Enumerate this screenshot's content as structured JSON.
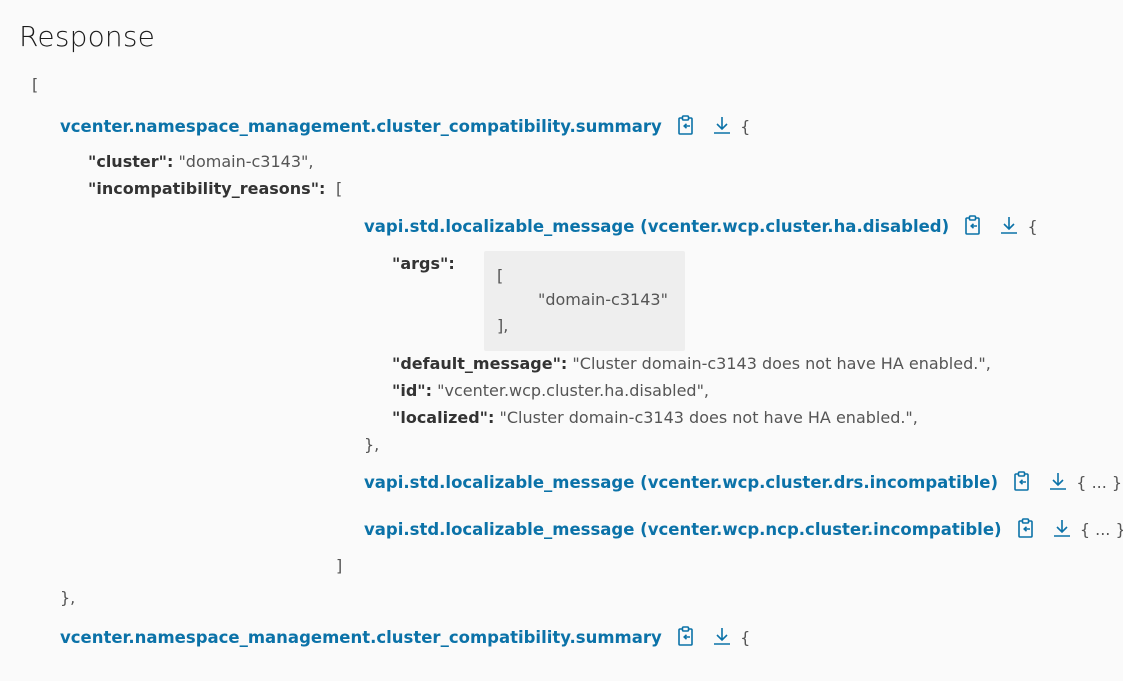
{
  "page": {
    "title": "Response"
  },
  "response": {
    "open_bracket": "[",
    "close_curly_comma": "},",
    "summary_1": {
      "type_label": "vcenter.namespace_management.cluster_compatibility.summary",
      "open_brace": "{",
      "cluster_key": "\"cluster\":",
      "cluster_value": "\"domain-c3143\",",
      "reasons_key": "\"incompatibility_reasons\":",
      "reasons_open": "[",
      "reasons_close": "]",
      "messages": [
        {
          "type_label": "vapi.std.localizable_message (vcenter.wcp.cluster.ha.disabled)",
          "open_brace": "{",
          "args_key": "\"args\":",
          "args_open": "[",
          "args_item": "\"domain-c3143\"",
          "args_close": "],",
          "default_message_key": "\"default_message\":",
          "default_message_value": "\"Cluster domain-c3143 does not have HA enabled.\",",
          "id_key": "\"id\":",
          "id_value": "\"vcenter.wcp.cluster.ha.disabled\",",
          "localized_key": "\"localized\":",
          "localized_value": "\"Cluster domain-c3143 does not have HA enabled.\",",
          "close_brace": "},"
        },
        {
          "type_label": "vapi.std.localizable_message (vcenter.wcp.cluster.drs.incompatible)",
          "collapsed": "{ ... },"
        },
        {
          "type_label": "vapi.std.localizable_message (vcenter.wcp.ncp.cluster.incompatible)",
          "collapsed": "{ ... },"
        }
      ]
    },
    "summary_2": {
      "type_label": "vcenter.namespace_management.cluster_compatibility.summary",
      "open_brace": "{"
    }
  },
  "icons": {
    "copy": "copy-clipboard-icon",
    "download": "download-icon"
  },
  "colors": {
    "link": "#0b72a8",
    "background": "#fafafa",
    "args_box": "#eeeeee"
  }
}
